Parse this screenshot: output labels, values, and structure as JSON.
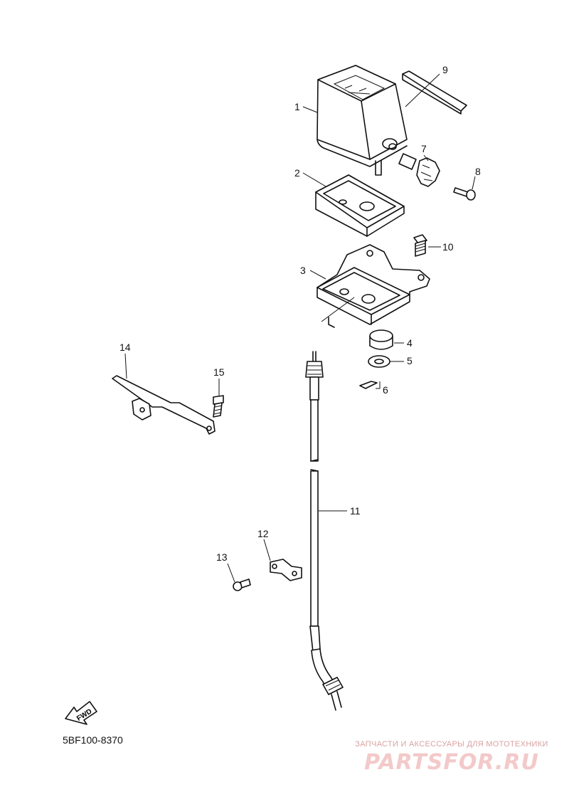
{
  "callouts": [
    "1",
    "2",
    "3",
    "4",
    "5",
    "6",
    "7",
    "8",
    "9",
    "10",
    "11",
    "12",
    "13",
    "14",
    "15"
  ],
  "fwd_label": "FWD",
  "diagram_code": "5BF100-8370",
  "watermark": {
    "tagline": "ЗАПЧАСТИ И АКСЕССУАРЫ ДЛЯ МОТОТЕХНИКИ",
    "logo": "PARTSFOR.RU"
  }
}
